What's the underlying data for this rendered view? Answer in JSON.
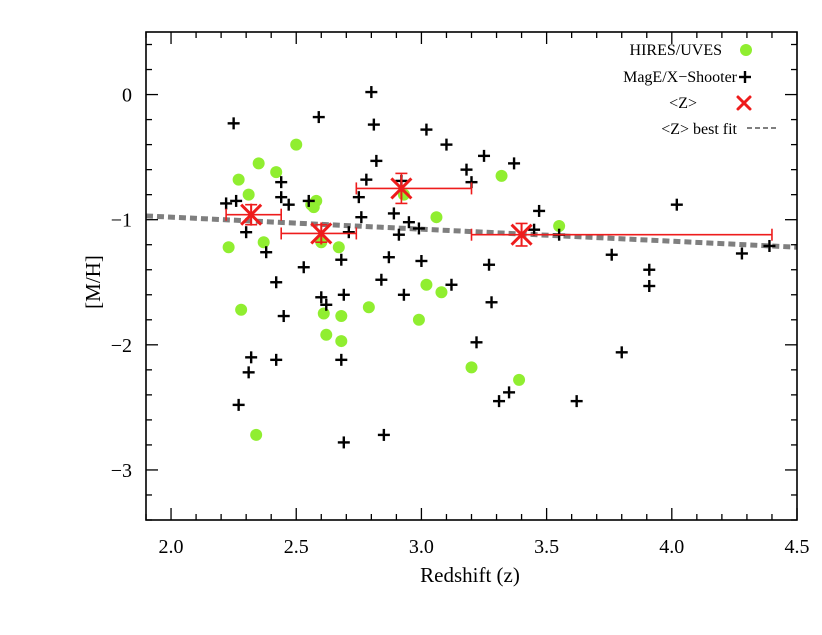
{
  "chart_data": {
    "type": "scatter",
    "xlabel": "Redshift (z)",
    "ylabel": "[M/H]",
    "xlim": [
      1.9,
      4.5
    ],
    "ylim": [
      -3.4,
      0.5
    ],
    "xticks": [
      "2.0",
      "2.5",
      "3.0",
      "3.5",
      "4.0",
      "4.5"
    ],
    "xtick_values": [
      2.0,
      2.5,
      3.0,
      3.5,
      4.0,
      4.5
    ],
    "yticks": [
      "0",
      "−1",
      "−2",
      "−3"
    ],
    "ytick_values": [
      0,
      -1,
      -2,
      -3
    ],
    "legend_position": "top-right",
    "series": [
      {
        "name": "HIRES/UVES",
        "marker": "filled-circle",
        "color": "#90EE30",
        "points": [
          [
            2.23,
            -1.22
          ],
          [
            2.27,
            -0.68
          ],
          [
            2.28,
            -1.72
          ],
          [
            2.31,
            -0.8
          ],
          [
            2.34,
            -2.72
          ],
          [
            2.35,
            -0.55
          ],
          [
            2.37,
            -1.18
          ],
          [
            2.42,
            -0.62
          ],
          [
            2.5,
            -0.4
          ],
          [
            2.56,
            -0.88
          ],
          [
            2.57,
            -0.9
          ],
          [
            2.58,
            -0.85
          ],
          [
            2.6,
            -1.18
          ],
          [
            2.61,
            -1.75
          ],
          [
            2.62,
            -1.92
          ],
          [
            2.67,
            -1.22
          ],
          [
            2.68,
            -1.97
          ],
          [
            2.68,
            -1.77
          ],
          [
            2.79,
            -1.7
          ],
          [
            2.93,
            -0.8
          ],
          [
            2.99,
            -1.8
          ],
          [
            3.02,
            -1.52
          ],
          [
            3.06,
            -0.98
          ],
          [
            3.08,
            -1.58
          ],
          [
            3.2,
            -2.18
          ],
          [
            3.32,
            -0.65
          ],
          [
            3.39,
            -2.28
          ],
          [
            3.55,
            -1.05
          ]
        ]
      },
      {
        "name": "MagE/X−Shooter",
        "marker": "plus",
        "color": "#000000",
        "points": [
          [
            2.22,
            -0.87
          ],
          [
            2.25,
            -0.23
          ],
          [
            2.26,
            -0.85
          ],
          [
            2.27,
            -2.48
          ],
          [
            2.3,
            -1.1
          ],
          [
            2.31,
            -2.22
          ],
          [
            2.32,
            -2.1
          ],
          [
            2.38,
            -1.26
          ],
          [
            2.42,
            -1.5
          ],
          [
            2.42,
            -2.12
          ],
          [
            2.44,
            -0.82
          ],
          [
            2.44,
            -0.7
          ],
          [
            2.45,
            -1.77
          ],
          [
            2.47,
            -0.88
          ],
          [
            2.53,
            -1.38
          ],
          [
            2.55,
            -0.85
          ],
          [
            2.59,
            -0.18
          ],
          [
            2.6,
            -1.62
          ],
          [
            2.62,
            -1.68
          ],
          [
            2.68,
            -1.32
          ],
          [
            2.68,
            -2.12
          ],
          [
            2.69,
            -2.78
          ],
          [
            2.69,
            -1.6
          ],
          [
            2.71,
            -1.1
          ],
          [
            2.75,
            -0.82
          ],
          [
            2.76,
            -0.98
          ],
          [
            2.78,
            -0.68
          ],
          [
            2.8,
            0.02
          ],
          [
            2.81,
            -0.24
          ],
          [
            2.82,
            -0.53
          ],
          [
            2.84,
            -1.48
          ],
          [
            2.85,
            -2.72
          ],
          [
            2.87,
            -1.3
          ],
          [
            2.89,
            -0.95
          ],
          [
            2.91,
            -1.12
          ],
          [
            2.92,
            -0.69
          ],
          [
            2.93,
            -1.6
          ],
          [
            2.95,
            -1.02
          ],
          [
            2.99,
            -1.07
          ],
          [
            3.0,
            -1.33
          ],
          [
            3.02,
            -0.28
          ],
          [
            3.1,
            -0.4
          ],
          [
            3.12,
            -1.52
          ],
          [
            3.18,
            -0.6
          ],
          [
            3.2,
            -0.7
          ],
          [
            3.22,
            -1.98
          ],
          [
            3.25,
            -0.49
          ],
          [
            3.27,
            -1.36
          ],
          [
            3.28,
            -1.66
          ],
          [
            3.31,
            -2.45
          ],
          [
            3.35,
            -2.38
          ],
          [
            3.37,
            -0.55
          ],
          [
            3.45,
            -1.08
          ],
          [
            3.47,
            -0.93
          ],
          [
            3.55,
            -1.12
          ],
          [
            3.62,
            -2.45
          ],
          [
            3.76,
            -1.28
          ],
          [
            3.8,
            -2.06
          ],
          [
            3.91,
            -1.4
          ],
          [
            3.91,
            -1.53
          ],
          [
            4.02,
            -0.88
          ],
          [
            4.28,
            -1.27
          ],
          [
            4.39,
            -1.21
          ]
        ]
      },
      {
        "name": "<Z>",
        "marker": "cross",
        "color": "#EE1C1C",
        "points": [
          {
            "x": 2.32,
            "y": -0.96,
            "xlo": 2.22,
            "xhi": 2.44,
            "ylo": -1.04,
            "yhi": -0.88
          },
          {
            "x": 2.6,
            "y": -1.11,
            "xlo": 2.44,
            "xhi": 2.74,
            "ylo": -1.18,
            "yhi": -1.04
          },
          {
            "x": 2.92,
            "y": -0.75,
            "xlo": 2.74,
            "xhi": 3.2,
            "ylo": -0.87,
            "yhi": -0.63
          },
          {
            "x": 3.4,
            "y": -1.12,
            "xlo": 3.2,
            "xhi": 4.4,
            "ylo": -1.21,
            "yhi": -1.03
          }
        ]
      },
      {
        "name": "<Z> best fit",
        "marker": "dashed-line",
        "color": "#7F7F7F",
        "line": [
          [
            1.9,
            -0.97
          ],
          [
            4.5,
            -1.22
          ]
        ]
      }
    ]
  }
}
